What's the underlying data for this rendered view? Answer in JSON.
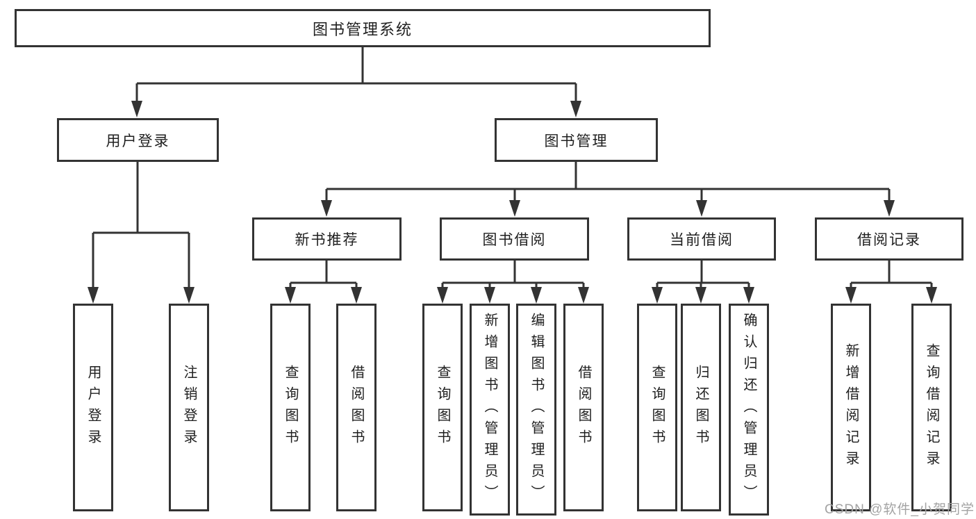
{
  "colors": {
    "line": "#333333",
    "text": "#1f1f1f",
    "bg": "#ffffff",
    "watermark": "#a3a3a3"
  },
  "watermark": "CSDN @软件_小贺同学",
  "tree": {
    "root": "图书管理系统",
    "children": [
      {
        "label": "用户登录",
        "children": [
          "用户登录",
          "注销登录"
        ]
      },
      {
        "label": "图书管理",
        "children": [
          {
            "label": "新书推荐",
            "children": [
              "查询图书",
              "借阅图书"
            ]
          },
          {
            "label": "图书借阅",
            "children": [
              "查询图书",
              "新增图书（管理员）",
              "编辑图书（管理员）",
              "借阅图书"
            ]
          },
          {
            "label": "当前借阅",
            "children": [
              "查询图书",
              "归还图书",
              "确认归还（管理员）"
            ]
          },
          {
            "label": "借阅记录",
            "children": [
              "新增借阅记录",
              "查询借阅记录"
            ]
          }
        ]
      }
    ]
  }
}
